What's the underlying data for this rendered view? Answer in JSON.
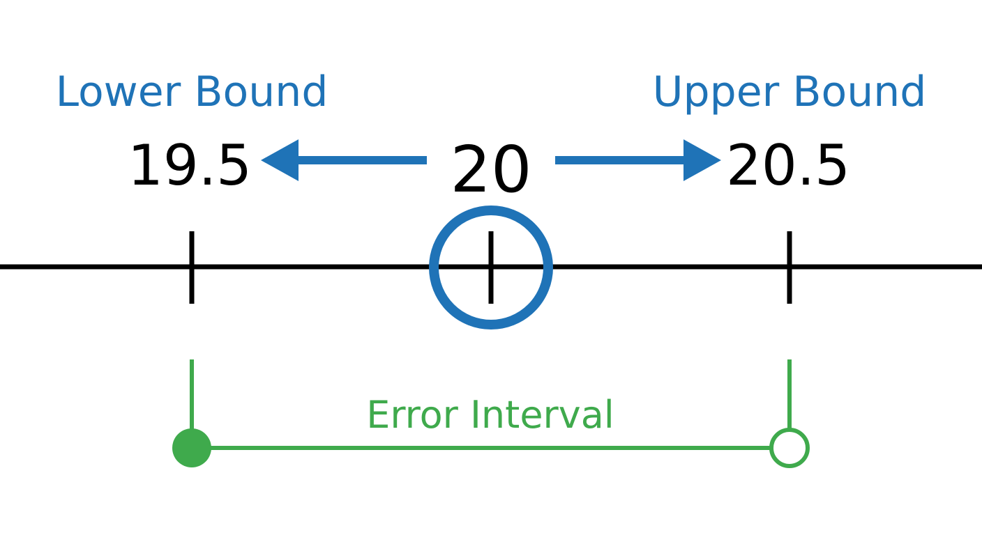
{
  "labels": {
    "lower_bound": "Lower Bound",
    "upper_bound": "Upper Bound",
    "error_interval": "Error Interval"
  },
  "values": {
    "lower": "19.5",
    "center": "20",
    "upper": "20.5"
  },
  "colors": {
    "blue": "#1f73b7",
    "green": "#3faa4c",
    "black": "#000000",
    "background": "#ffffff"
  },
  "markers": {
    "lower_endpoint": "closed-circle",
    "upper_endpoint": "open-circle",
    "center_marker": "circle-outline"
  }
}
